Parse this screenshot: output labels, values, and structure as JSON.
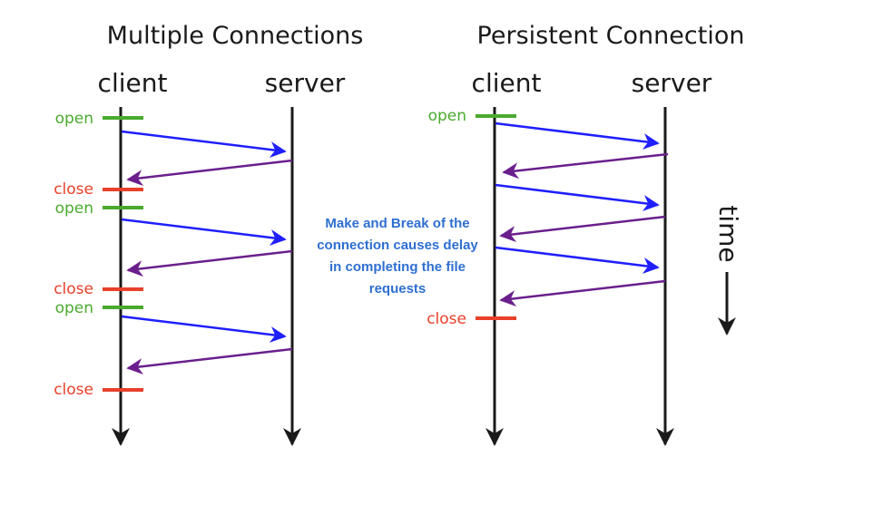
{
  "panels": {
    "multiple": {
      "title": "Multiple Connections",
      "client_label": "client",
      "server_label": "server",
      "events": [
        {
          "kind": "open",
          "label": "open"
        },
        {
          "kind": "close",
          "label": "close"
        },
        {
          "kind": "open",
          "label": "open"
        },
        {
          "kind": "close",
          "label": "close"
        },
        {
          "kind": "open",
          "label": "open"
        },
        {
          "kind": "close",
          "label": "close"
        }
      ]
    },
    "persistent": {
      "title": "Persistent Connection",
      "client_label": "client",
      "server_label": "server",
      "events": [
        {
          "kind": "open",
          "label": "open"
        },
        {
          "kind": "close",
          "label": "close"
        }
      ]
    }
  },
  "note": {
    "lines": [
      "Make and Break of the",
      "connection causes delay",
      "in completing the file",
      "requests"
    ]
  },
  "time_label": "time",
  "colors": {
    "open": "#4aaa2e",
    "close": "#e8402a",
    "request_arrow": "#1f1fff",
    "response_arrow": "#6a1f8c",
    "timeline": "#1a1a1a",
    "note": "#2e6fd1"
  }
}
